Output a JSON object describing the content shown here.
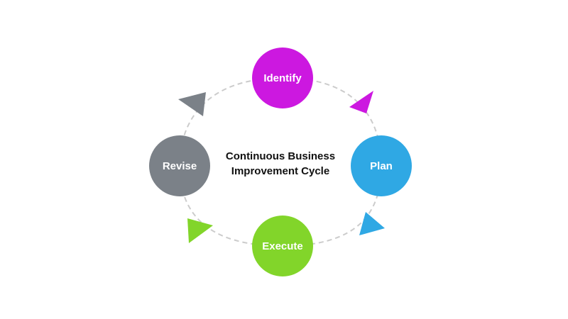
{
  "title": {
    "line1": "Continuous Business",
    "line2": "Improvement Cycle"
  },
  "nodes": [
    {
      "label": "Identify",
      "color": "#cc18e0"
    },
    {
      "label": "Plan",
      "color": "#2fa8e4"
    },
    {
      "label": "Execute",
      "color": "#82d52a"
    },
    {
      "label": "Revise",
      "color": "#7b8188"
    }
  ],
  "connector_color": "#cccccc",
  "cycle_direction": "clockwise"
}
